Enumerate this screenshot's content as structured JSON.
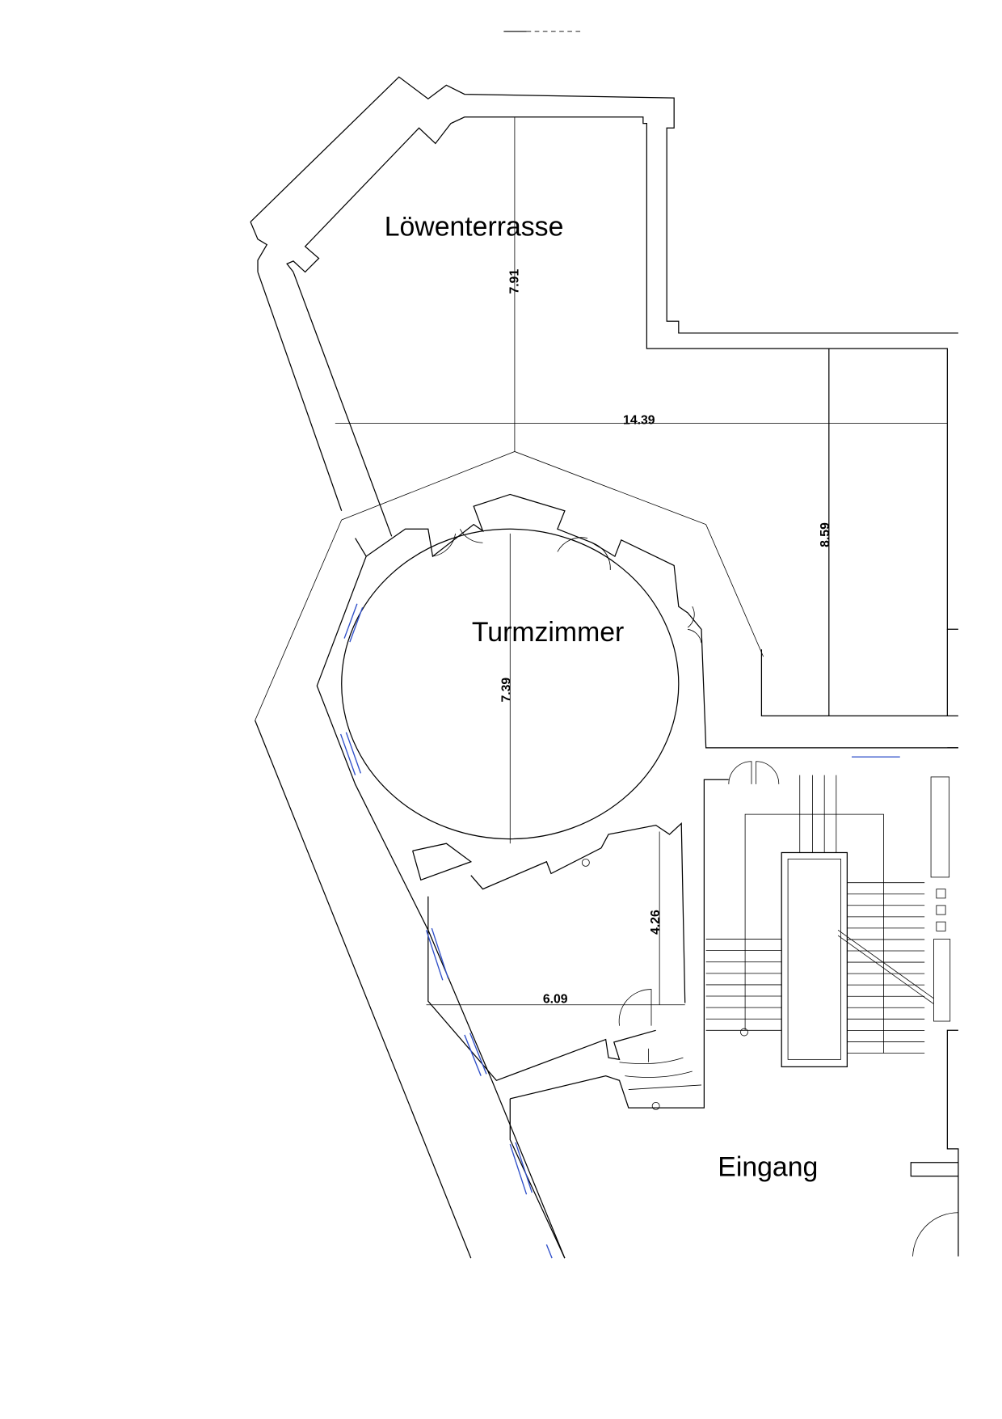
{
  "rooms": {
    "terrace": "Löwenterrasse",
    "tower_room": "Turmzimmer",
    "entrance": "Eingang"
  },
  "dimensions": {
    "terrace_depth": "7.91",
    "terrace_width": "14.39",
    "right_depth": "8.59",
    "tower_diameter": "7.39",
    "small_room_depth": "4.26",
    "small_room_width": "6.09"
  },
  "colors": {
    "walls": "#000000",
    "windows": "#2f4fc9"
  }
}
